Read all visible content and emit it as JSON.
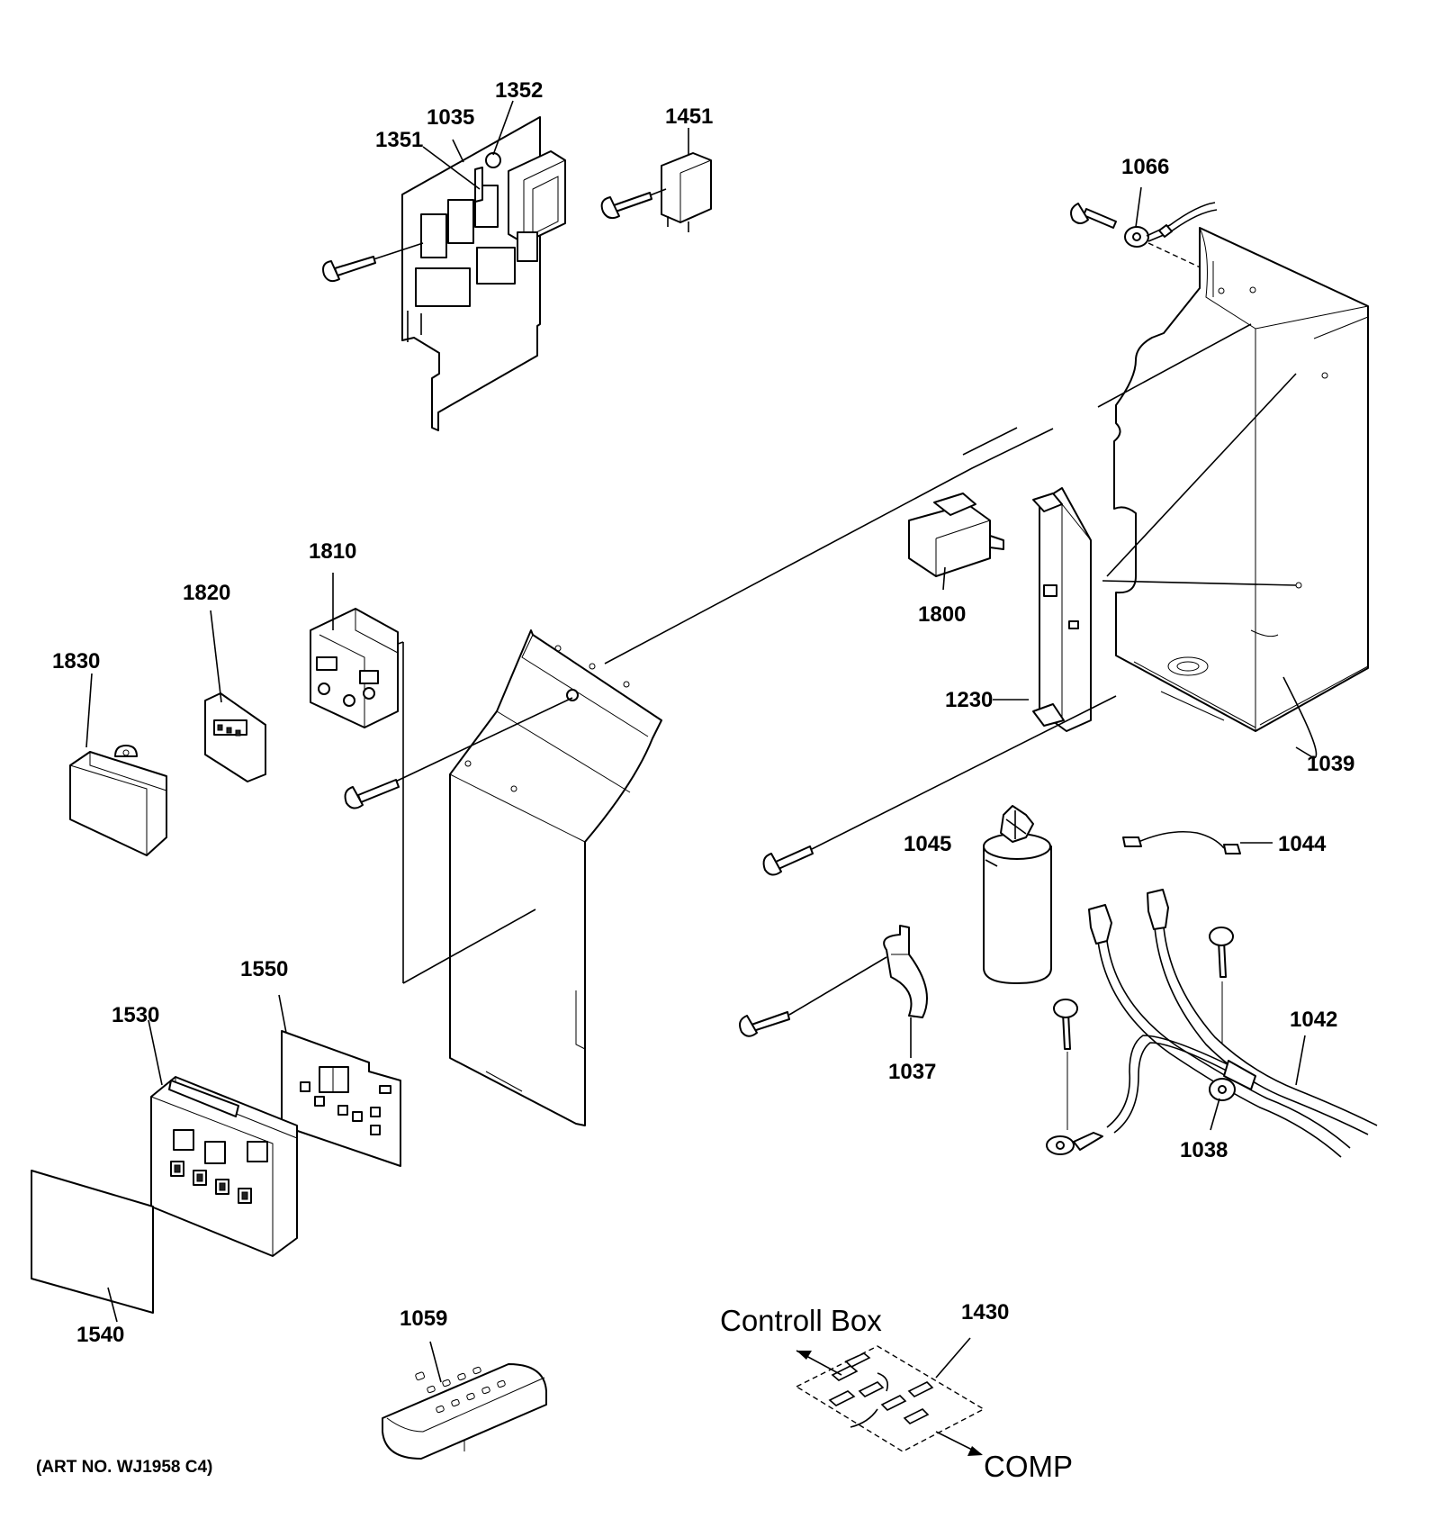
{
  "parts": {
    "p1035": "1035",
    "p1352": "1352",
    "p1351": "1351",
    "p1451": "1451",
    "p1066": "1066",
    "p1810": "1810",
    "p1820": "1820",
    "p1830": "1830",
    "p1800": "1800",
    "p1230": "1230",
    "p1039": "1039",
    "p1045": "1045",
    "p1044": "1044",
    "p1042": "1042",
    "p1037": "1037",
    "p1038": "1038",
    "p1550": "1550",
    "p1530": "1530",
    "p1540": "1540",
    "p1059": "1059",
    "p1430": "1430"
  },
  "annotations": {
    "control_box": "Controll Box",
    "comp": "COMP",
    "art_no": "(ART NO. WJ1958 C4)"
  }
}
